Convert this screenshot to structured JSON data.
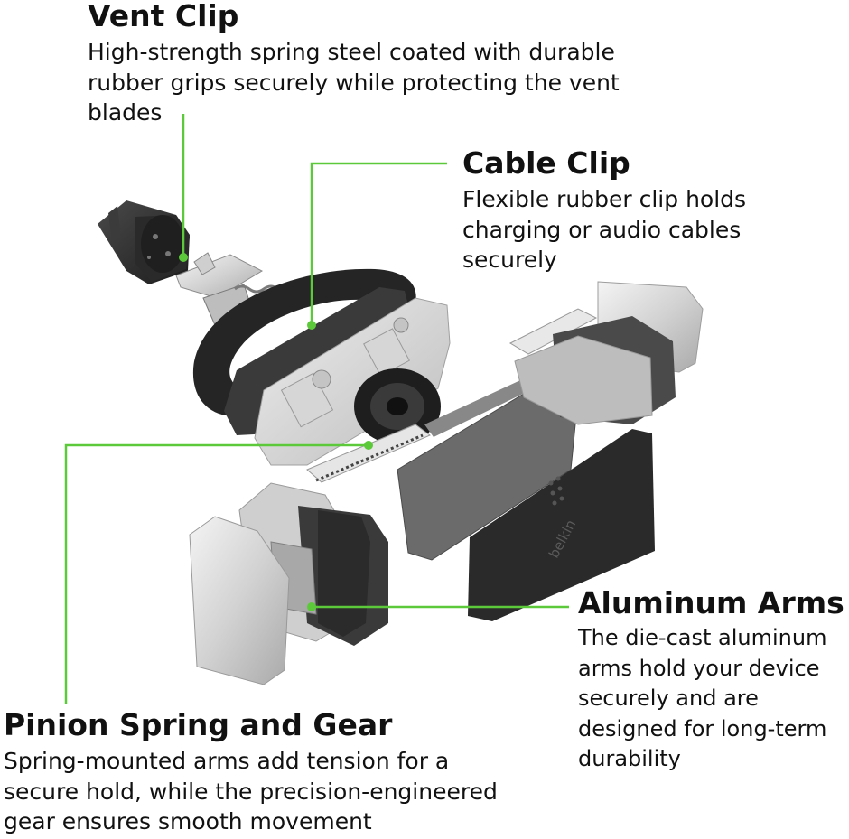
{
  "callouts": {
    "vent_clip": {
      "title": "Vent Clip",
      "lines": [
        "High-strength spring steel coated with durable",
        "rubber grips securely while protecting the vent",
        "blades"
      ]
    },
    "cable_clip": {
      "title": "Cable Clip",
      "lines": [
        "Flexible rubber clip holds",
        "charging or audio cables",
        "securely"
      ]
    },
    "aluminum_arms": {
      "title": "Aluminum Arms",
      "lines": [
        "The die-cast aluminum",
        "arms hold your device",
        "securely and are",
        "designed for long-term",
        "durability"
      ]
    },
    "pinion_spring_gear": {
      "title": "Pinion Spring and Gear",
      "lines": [
        "Spring-mounted arms add tension for a",
        "secure hold, while the precision-engineered",
        "gear ensures smooth movement"
      ]
    }
  },
  "brand": {
    "logo_text": "belkin"
  },
  "colors": {
    "leader_line": "#5cc93a",
    "text": "#111111",
    "rubber": "#2b2b2b",
    "aluminum": "#d9d9d9"
  }
}
